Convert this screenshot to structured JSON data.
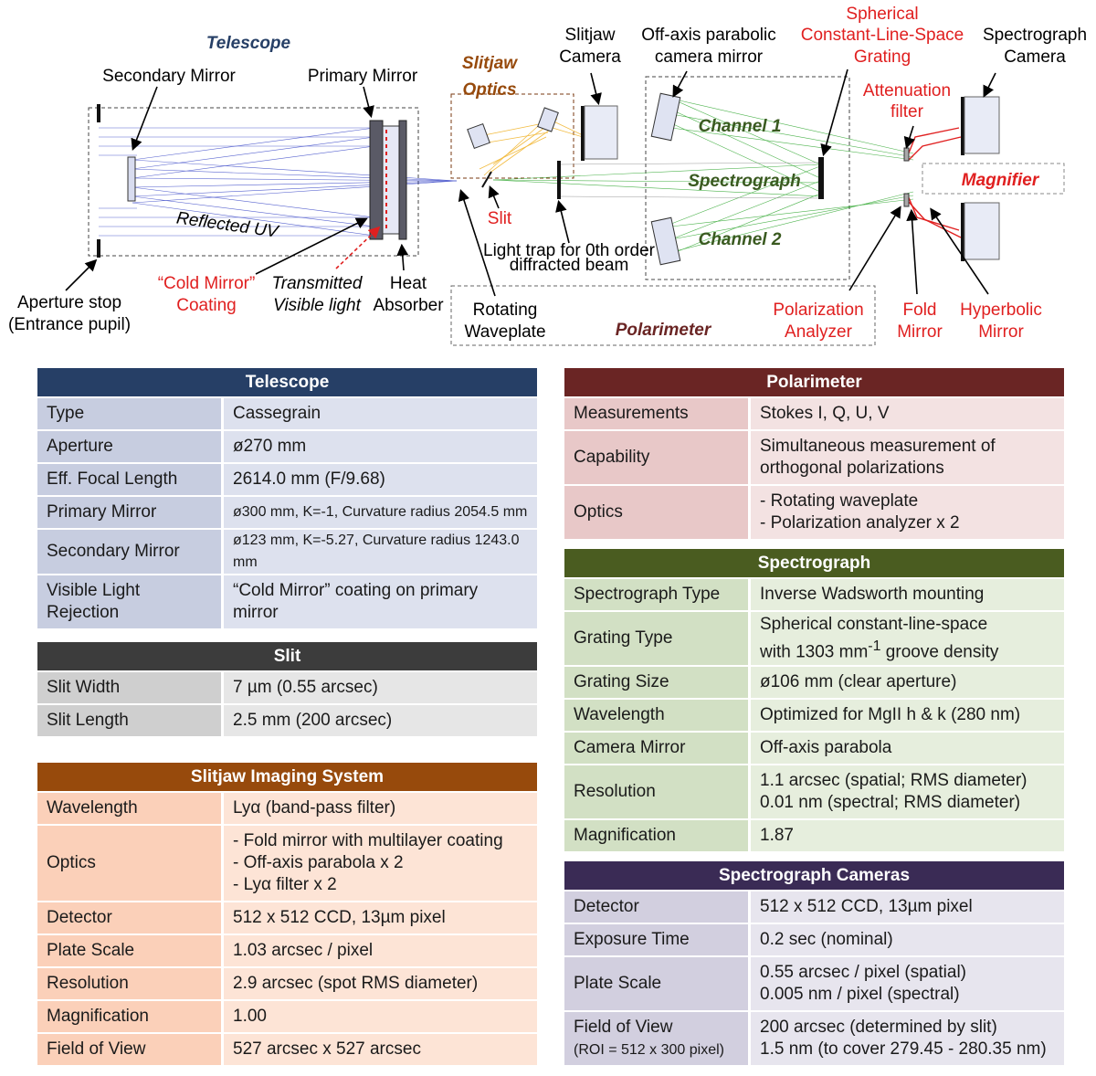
{
  "diagram": {
    "labels": {
      "telescope": "Telescope",
      "secondary_mirror": "Secondary Mirror",
      "primary_mirror": "Primary Mirror",
      "reflected_uv": "Reflected UV",
      "aperture_stop_1": "Aperture stop",
      "aperture_stop_2": "(Entrance pupil)",
      "cold_mirror_1": "“Cold Mirror”",
      "cold_mirror_2": "Coating",
      "transmitted_1": "Transmitted",
      "transmitted_2": "Visible light",
      "heat_1": "Heat",
      "heat_2": "Absorber",
      "slitjaw_optics_1": "Slitjaw",
      "slitjaw_optics_2": "Optics",
      "slit": "Slit",
      "slitjaw_camera_1": "Slitjaw",
      "slitjaw_camera_2": "Camera",
      "light_trap_1": "Light trap for 0th order",
      "light_trap_2": "diffracted beam",
      "rotating_waveplate_1": "Rotating",
      "rotating_waveplate_2": "Waveplate",
      "offaxis_1": "Off-axis parabolic",
      "offaxis_2": "camera mirror",
      "channel1": "Channel 1",
      "spectrograph": "Spectrograph",
      "channel2": "Channel 2",
      "polarimeter": "Polarimeter",
      "spherical_1": "Spherical",
      "spherical_2": "Constant-Line-Space",
      "spherical_3": "Grating",
      "attenuation_1": "Attenuation",
      "attenuation_2": "filter",
      "magnifier": "Magnifier",
      "pol_analyzer_1": "Polarization",
      "pol_analyzer_2": "Analyzer",
      "fold_1": "Fold",
      "fold_2": "Mirror",
      "hyperbolic_1": "Hyperbolic",
      "hyperbolic_2": "Mirror",
      "spec_camera_1": "Spectrograph",
      "spec_camera_2": "Camera"
    }
  },
  "colors": {
    "telescope_header": "#263f66",
    "telescope_key": "#c7cde0",
    "telescope_val": "#dde1ee",
    "slit_header": "#3c3c3c",
    "slit_key": "#cfcfcf",
    "slit_val": "#e6e6e6",
    "slitjaw_header": "#974a0c",
    "slitjaw_key": "#fbd0b9",
    "slitjaw_val": "#fde4d6",
    "polarimeter_header": "#6a2524",
    "polarimeter_key": "#e8c8c8",
    "polarimeter_val": "#f3e2e2",
    "spectrograph_header": "#4a5c20",
    "spectrograph_key": "#d2e0c4",
    "spectrograph_val": "#e6eedd",
    "cameras_header": "#3a2b55",
    "cameras_key": "#d2cfdf",
    "cameras_val": "#e7e5ee",
    "red_label": "#e02020",
    "ray_blue": "#2030c0",
    "ray_green": "#20a020",
    "ray_orange": "#f0b020"
  },
  "telescope": {
    "title": "Telescope",
    "rows": [
      {
        "k": "Type",
        "v": "Cassegrain"
      },
      {
        "k": "Aperture",
        "v": "ø270 mm"
      },
      {
        "k": "Eff. Focal Length",
        "v": "2614.0 mm (F/9.68)"
      },
      {
        "k": "Primary Mirror",
        "v": "ø300 mm, K=-1, Curvature radius 2054.5 mm"
      },
      {
        "k": "Secondary Mirror",
        "v": "ø123 mm, K=-5.27, Curvature radius 1243.0 mm"
      },
      {
        "k": "Visible Light\nRejection",
        "v": "“Cold Mirror” coating on primary\nmirror"
      }
    ]
  },
  "slit": {
    "title": "Slit",
    "rows": [
      {
        "k": "Slit Width",
        "v": "7 µm (0.55 arcsec)"
      },
      {
        "k": "Slit Length",
        "v": "2.5 mm (200 arcsec)"
      }
    ]
  },
  "slitjaw": {
    "title": "Slitjaw Imaging System",
    "rows": [
      {
        "k": "Wavelength",
        "v": "Lyα (band-pass filter)"
      },
      {
        "k": "Optics",
        "v": "- Fold mirror with multilayer coating\n- Off-axis parabola x 2\n- Lyα filter x 2"
      },
      {
        "k": "Detector",
        "v": "512 x 512 CCD, 13µm pixel"
      },
      {
        "k": "Plate Scale",
        "v": "1.03 arcsec / pixel"
      },
      {
        "k": "Resolution",
        "v": "2.9 arcsec (spot RMS diameter)"
      },
      {
        "k": "Magnification",
        "v": "1.00"
      },
      {
        "k": "Field of View",
        "v": "527 arcsec x 527 arcsec"
      }
    ]
  },
  "polarimeter": {
    "title": "Polarimeter",
    "rows": [
      {
        "k": "Measurements",
        "v": "Stokes I, Q, U, V"
      },
      {
        "k": "Capability",
        "v": "Simultaneous measurement of\northogonal polarizations"
      },
      {
        "k": "Optics",
        "v": "- Rotating waveplate\n- Polarization analyzer x 2"
      }
    ]
  },
  "spectrograph": {
    "title": "Spectrograph",
    "rows": [
      {
        "k": "Spectrograph Type",
        "v": "Inverse Wadsworth mounting"
      },
      {
        "k": "Grating Type",
        "v1": "Spherical constant-line-space",
        "v2a": "with 1303 mm",
        "v2sup": "-1",
        "v2b": " groove density"
      },
      {
        "k": "Grating Size",
        "v": "ø106 mm (clear aperture)"
      },
      {
        "k": "Wavelength",
        "v": "Optimized for MgII h & k (280 nm)"
      },
      {
        "k": "Camera Mirror",
        "v": "Off-axis parabola"
      },
      {
        "k": "Resolution",
        "v": "1.1 arcsec (spatial; RMS diameter)\n0.01 nm (spectral; RMS diameter)"
      },
      {
        "k": "Magnification",
        "v": "1.87"
      }
    ]
  },
  "cameras": {
    "title": "Spectrograph Cameras",
    "rows": [
      {
        "k": "Detector",
        "v": "512 x 512 CCD, 13µm pixel"
      },
      {
        "k": "Exposure Time",
        "v": "0.2 sec (nominal)"
      },
      {
        "k": "Plate Scale",
        "v": "0.55 arcsec / pixel (spatial)\n0.005 nm / pixel (spectral)"
      },
      {
        "k": "Field of View",
        "k2": "(ROI = 512 x 300 pixel)",
        "v": "200 arcsec (determined by slit)\n1.5 nm (to cover 279.45 - 280.35 nm)"
      }
    ]
  }
}
